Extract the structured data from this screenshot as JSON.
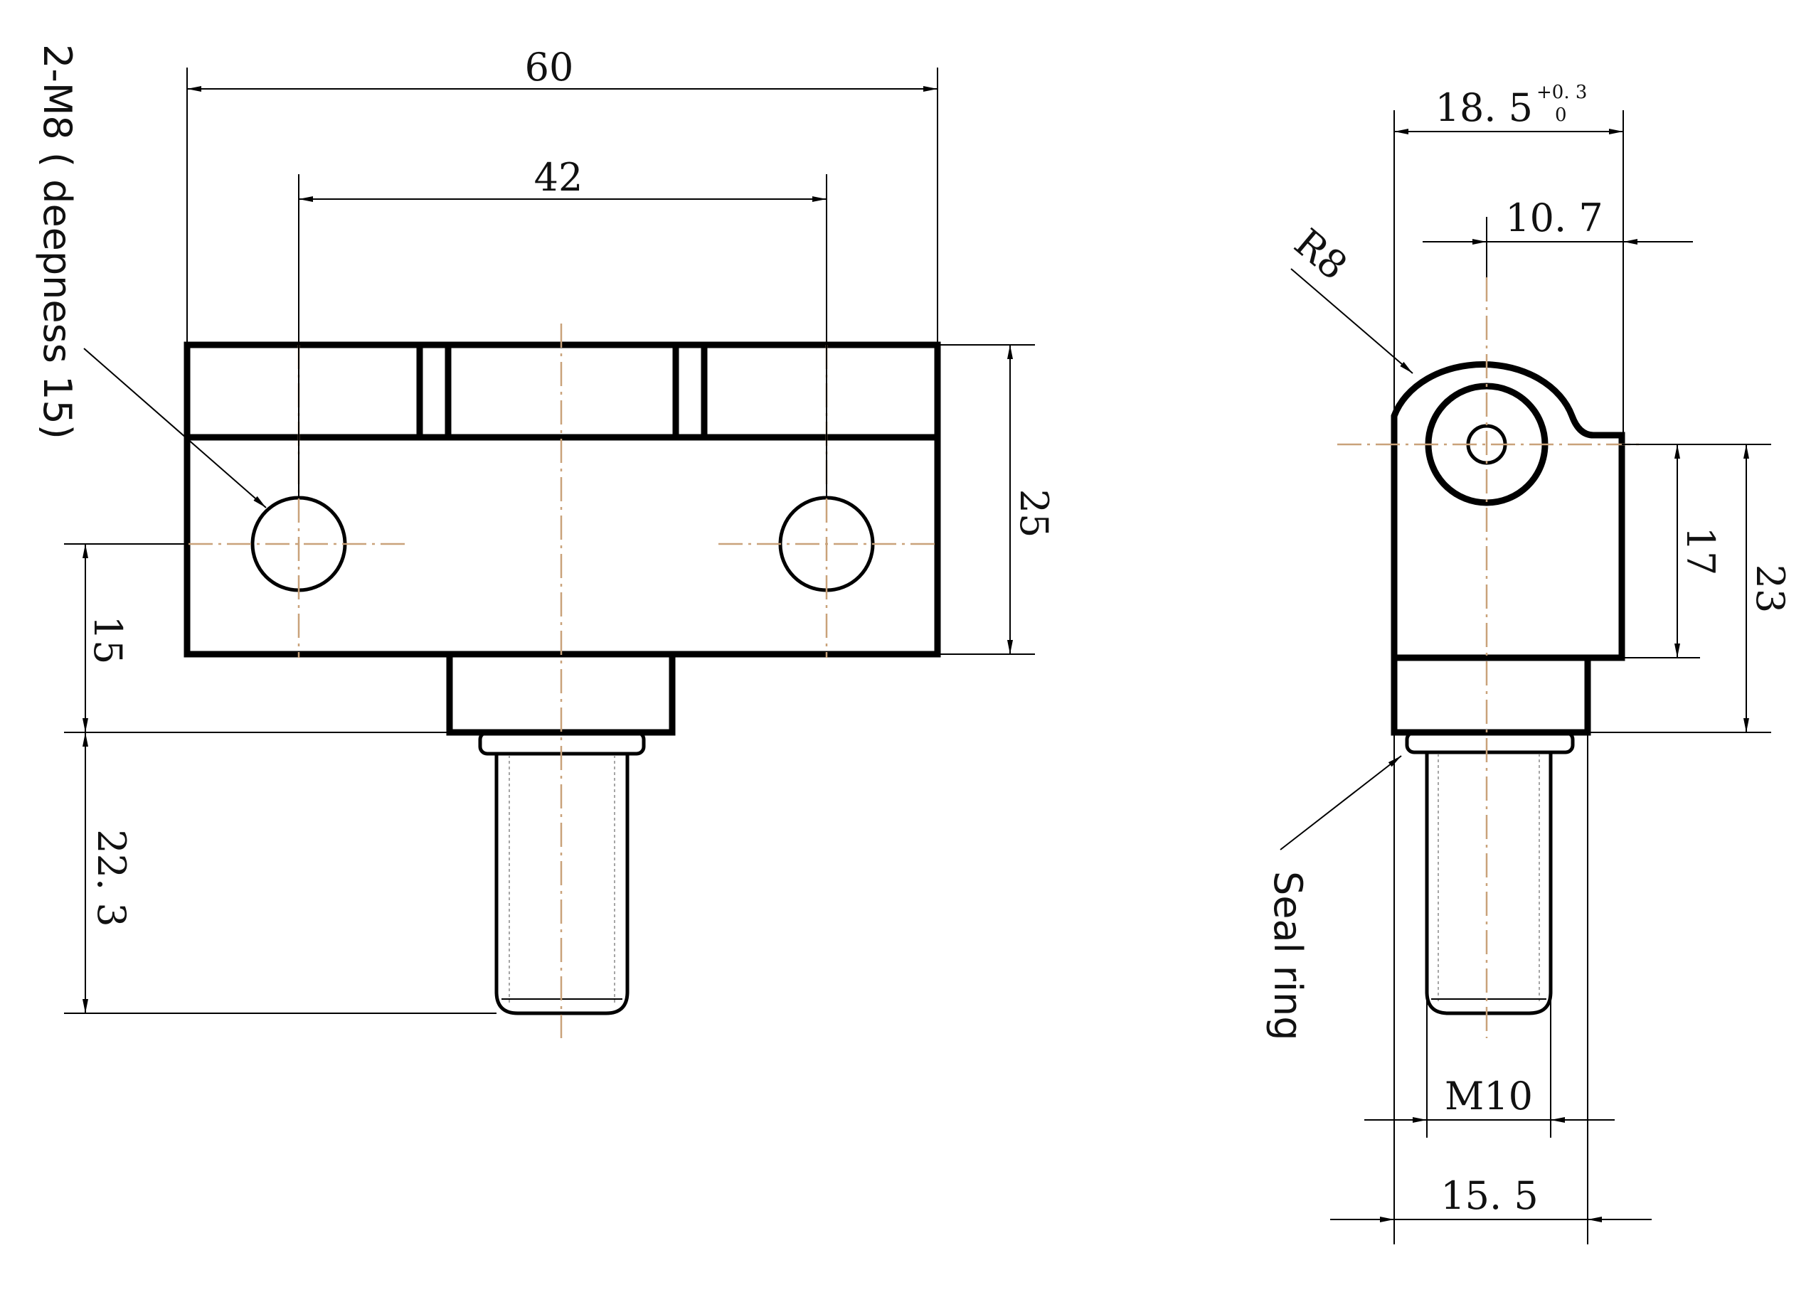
{
  "front_view": {
    "dims": {
      "overall_width": "60",
      "hole_spacing": "42",
      "body_height": "25",
      "hole_height": "15",
      "thread_length": "22. 3"
    },
    "callout": "2-M8 ( deepness 15)"
  },
  "side_view": {
    "dims": {
      "width": "18. 5",
      "width_tol_upper": "+0. 3",
      "width_tol_lower": "0",
      "center_offset": "10. 7",
      "radius": "R8",
      "height_17": "17",
      "height_23": "23",
      "thread": "M10",
      "base_width": "15. 5"
    },
    "callout": "Seal ring"
  }
}
